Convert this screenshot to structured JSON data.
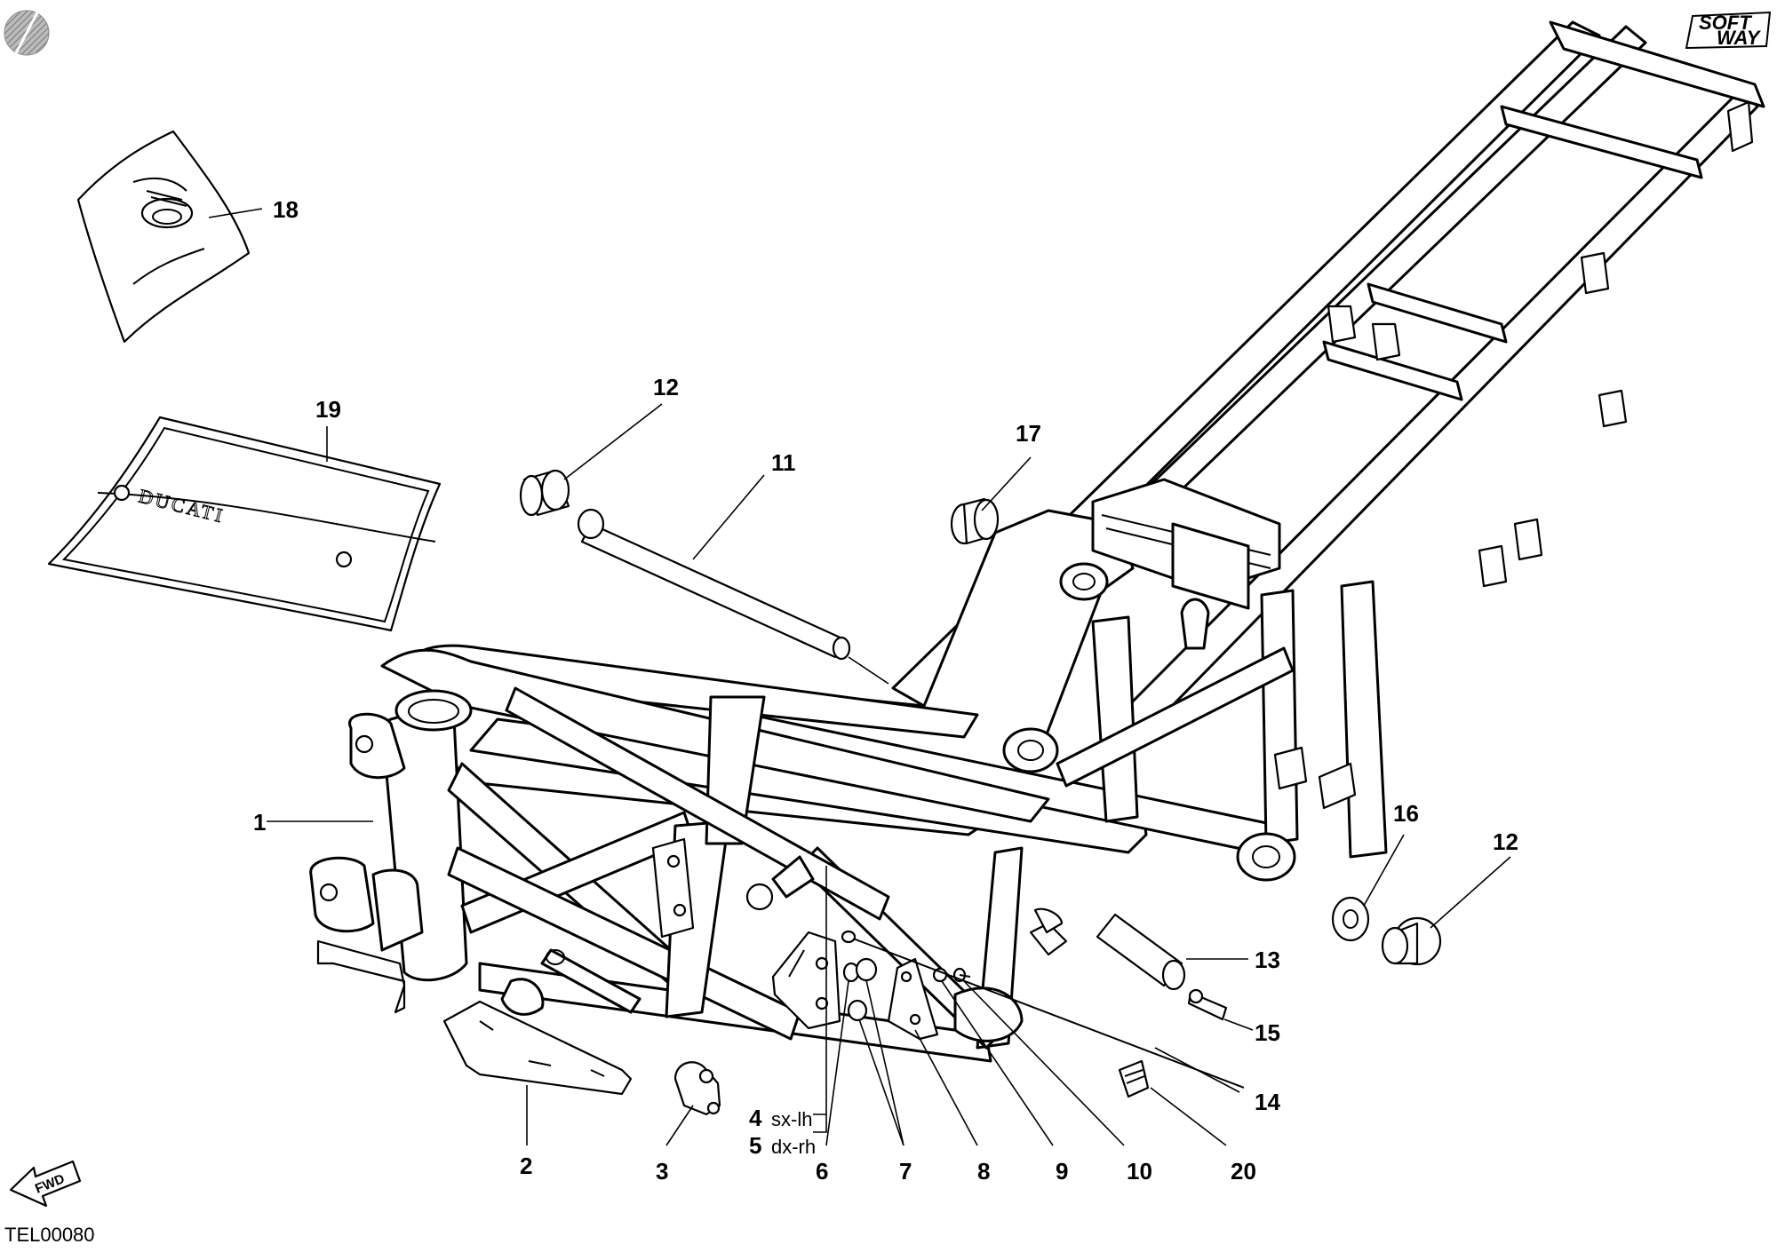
{
  "diagram": {
    "drawing_code": "TEL00080",
    "brand_badge": {
      "line1": "SOFT",
      "line2": "WAY"
    },
    "bag_print": "DUCATI",
    "fwd_label": "FWD",
    "callouts": [
      {
        "id": "c1",
        "number": "1"
      },
      {
        "id": "c2",
        "number": "2"
      },
      {
        "id": "c3",
        "number": "3"
      },
      {
        "id": "c4",
        "number": "4",
        "suffix": "sx-lh"
      },
      {
        "id": "c5",
        "number": "5",
        "suffix": "dx-rh"
      },
      {
        "id": "c6",
        "number": "6"
      },
      {
        "id": "c7",
        "number": "7"
      },
      {
        "id": "c8",
        "number": "8"
      },
      {
        "id": "c9",
        "number": "9"
      },
      {
        "id": "c10",
        "number": "10"
      },
      {
        "id": "c11",
        "number": "11"
      },
      {
        "id": "c12a",
        "number": "12"
      },
      {
        "id": "c12b",
        "number": "12"
      },
      {
        "id": "c13",
        "number": "13"
      },
      {
        "id": "c14",
        "number": "14"
      },
      {
        "id": "c15",
        "number": "15"
      },
      {
        "id": "c16",
        "number": "16"
      },
      {
        "id": "c17",
        "number": "17"
      },
      {
        "id": "c18",
        "number": "18"
      },
      {
        "id": "c19",
        "number": "19"
      },
      {
        "id": "c20",
        "number": "20"
      }
    ]
  }
}
